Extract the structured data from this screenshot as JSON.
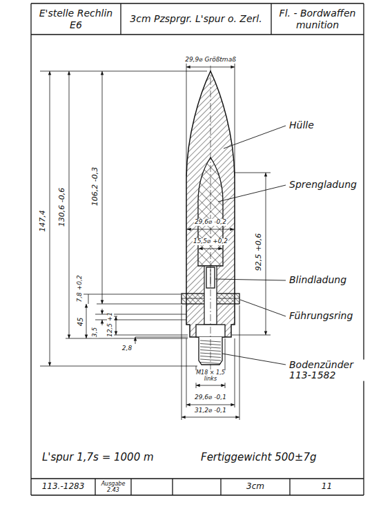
{
  "diagram": {
    "nodes": [
      {
        "text": [
          "E'stelle Rechlin E6"
        ]
      },
      {
        "text": [
          "3cm Pzsprgr. L'spur o. Zerl."
        ]
      },
      {
        "text": [
          "Fl. - Bordwaffen munition"
        ]
      },
      {
        "text": [
          "113.-1283"
        ]
      },
      {
        "text": [
          "Ausgabe 2.43"
        ]
      },
      {
        "text": [
          "3cm"
        ]
      },
      {
        "text": [
          "11"
        ]
      }
    ],
    "labels": [
      "29,9⌀ Größtmaß",
      "Hülle",
      "Sprengladung",
      "Blindladung",
      "Führungsring",
      "Bodenzünder 113-1582",
      "147,4",
      "130,6 -0,6",
      "106,2 -0,3",
      "92,5 +0,6",
      "29,6⌀ -0,2",
      "15,5⌀ +0,2",
      "7,8 +0,2",
      "45",
      "3,5",
      "12,5 +1",
      "2,8",
      "M18 × 1,5 links",
      "29,6⌀ -0,1",
      "31,2⌀ -0,1",
      "L'spur 1,7s = 1000 m",
      "Fertiggewicht 500±7g"
    ]
  }
}
